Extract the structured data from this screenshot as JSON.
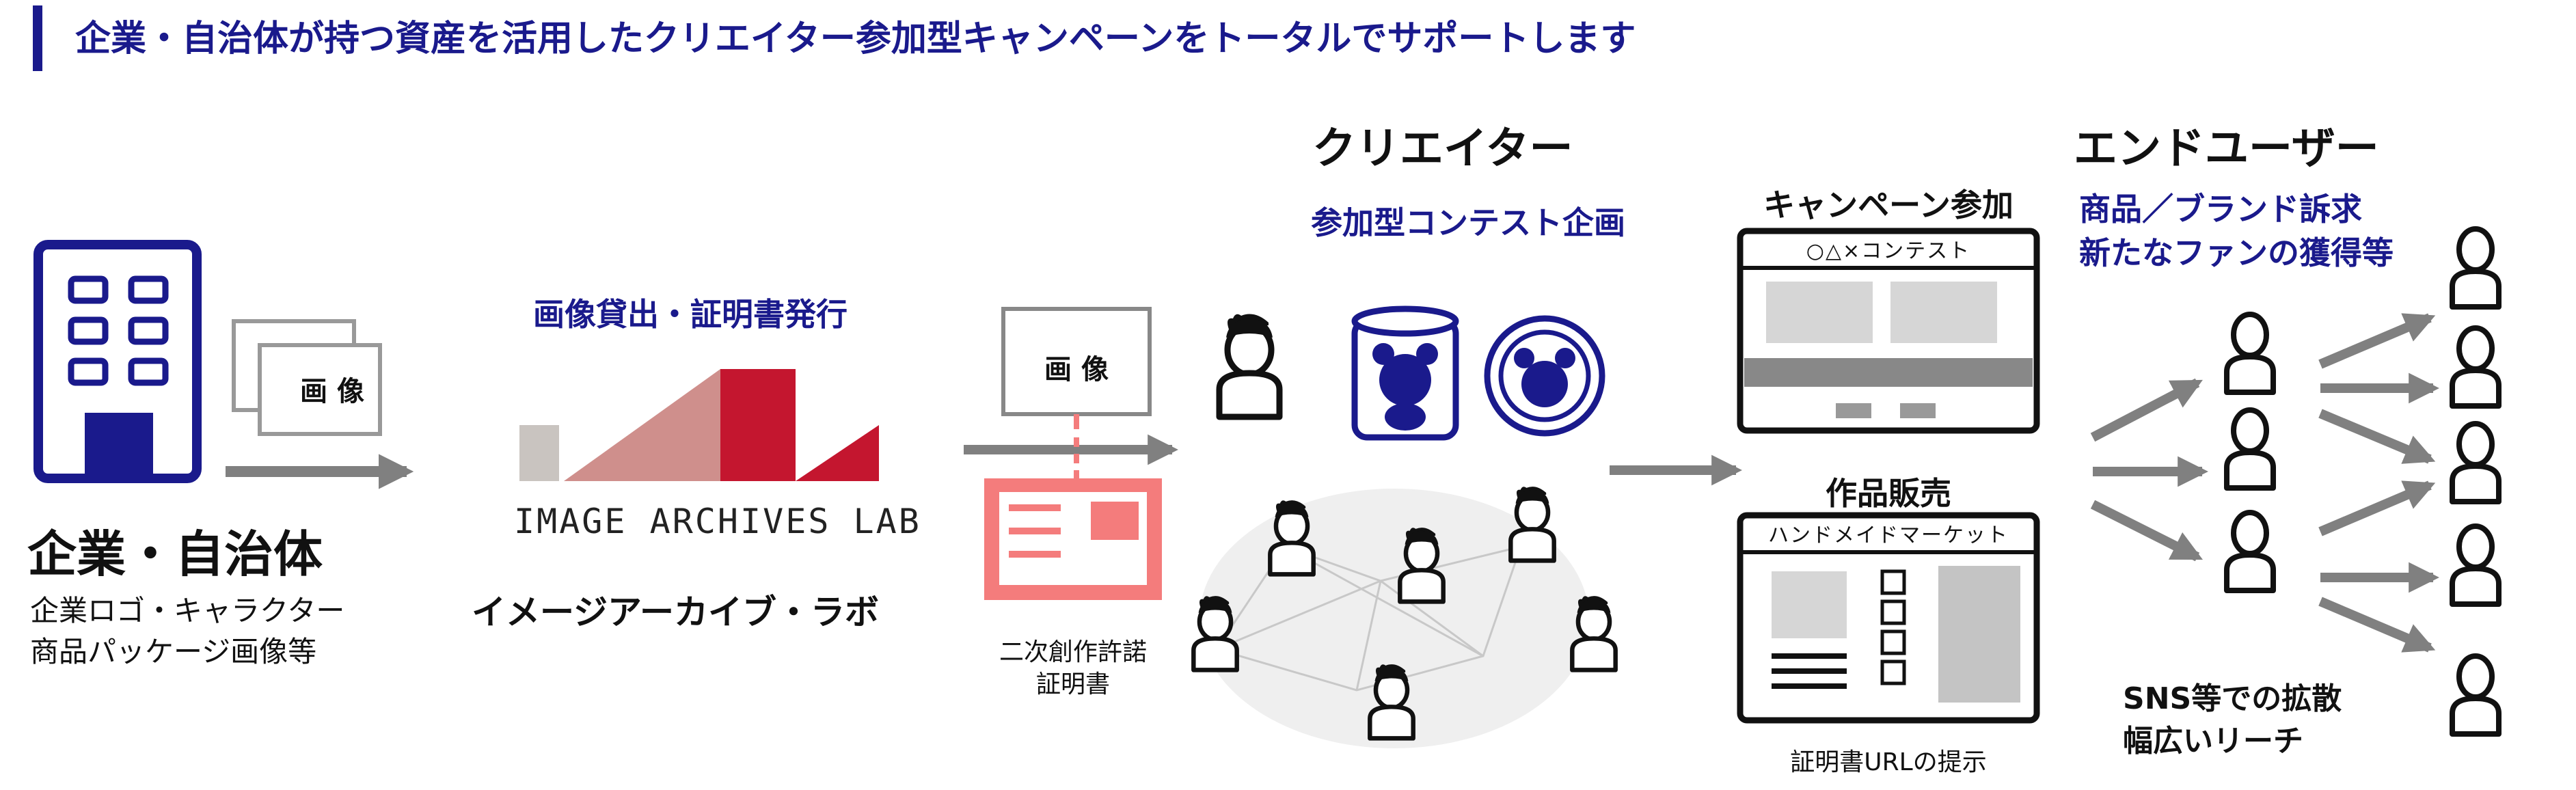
{
  "header": {
    "title": "企業・自治体が持つ資産を活用したクリエイター参加型キャンペーンをトータルでサポートします"
  },
  "company": {
    "title": "企業・自治体",
    "line1": "企業ロゴ・キャラクター",
    "line2": "商品パッケージ画像等",
    "image_label": "画 像"
  },
  "lab": {
    "service": "画像貸出・証明書発行",
    "logo_text": "IMAGE ARCHIVES LAB",
    "name": "イメージアーカイブ・ラボ",
    "logo_colors": [
      "#c9c4c0",
      "#cf8f8c",
      "#c4162f"
    ]
  },
  "deliverables": {
    "image_label": "画 像",
    "cert_line1": "二次創作許諾",
    "cert_line2": "証明書"
  },
  "creator": {
    "title": "クリエイター",
    "subtitle": "参加型コンテスト企画"
  },
  "campaign": {
    "title": "キャンペーン参加",
    "window_title": "○△×コンテスト"
  },
  "sales": {
    "title": "作品販売",
    "window_title": "ハンドメイドマーケット",
    "caption": "証明書URLの提示"
  },
  "enduser": {
    "title": "エンドユーザー",
    "line1": "商品／ブランド訴求",
    "line2": "新たなファンの獲得等",
    "sns1": "SNS等での拡散",
    "sns2": "幅広いリーチ"
  },
  "colors": {
    "accent": "#1a1a8c",
    "cert": "#f47c7c",
    "arrow": "#808080"
  }
}
